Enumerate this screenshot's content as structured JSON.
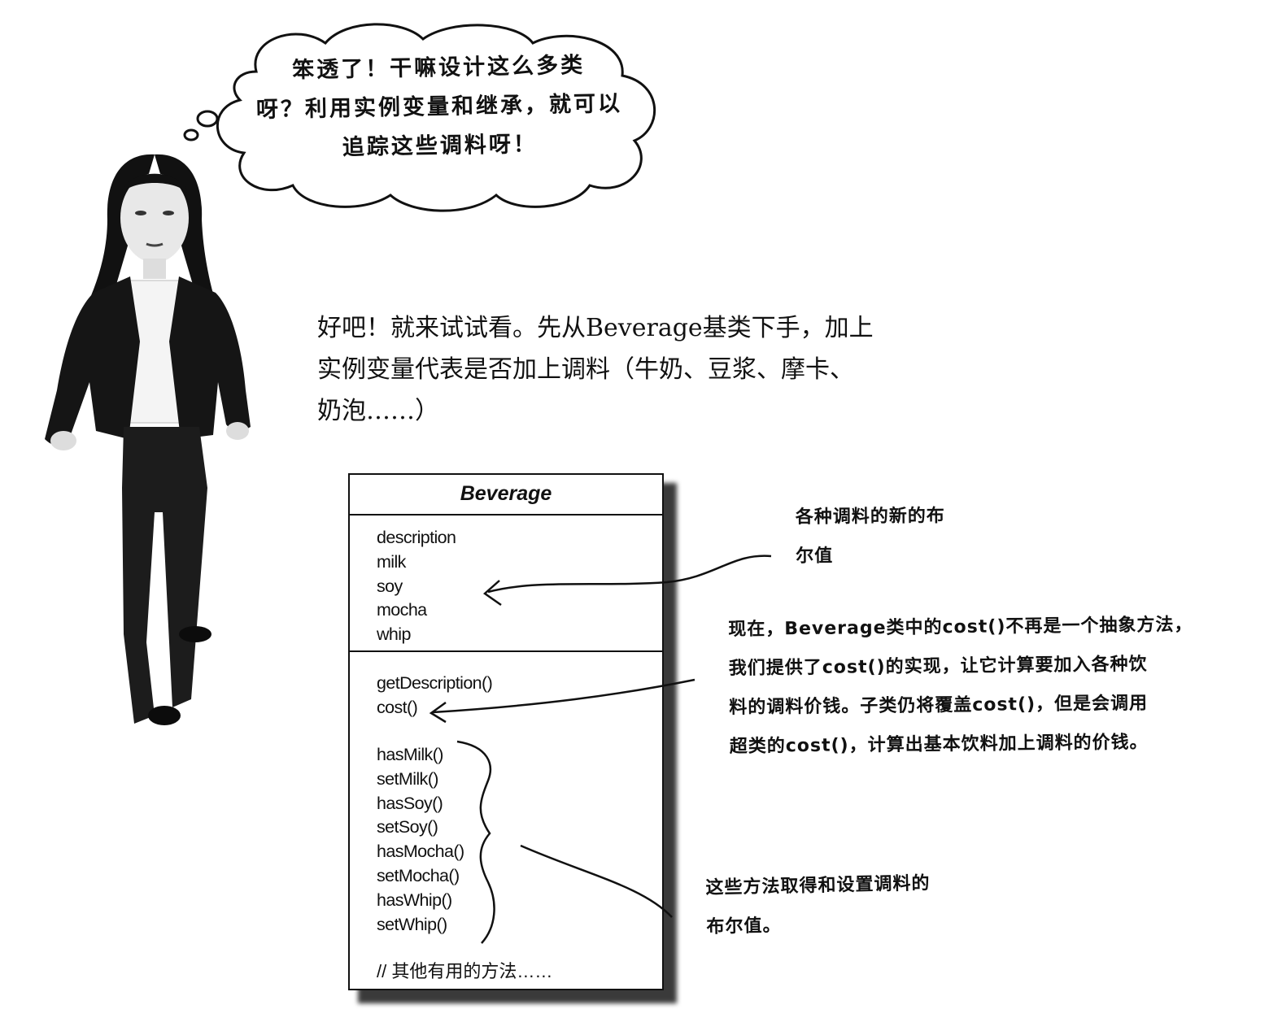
{
  "thought_bubble": {
    "lines": [
      "笨透了！干嘛设计这么多类",
      "呀？利用实例变量和继承，就可以",
      "追踪这些调料呀！"
    ]
  },
  "intro": {
    "lines": [
      "好吧！就来试试看。先从Beverage基类下手，加上",
      "实例变量代表是否加上调料（牛奶、豆浆、摩卡、",
      "奶泡……）"
    ]
  },
  "uml": {
    "class_name": "Beverage",
    "fields": [
      "description",
      "milk",
      "soy",
      "mocha",
      "whip"
    ],
    "methods": [
      "getDescription()",
      "cost()"
    ],
    "accessors": [
      "hasMilk()",
      "setMilk()",
      "hasSoy()",
      "setSoy()",
      "hasMocha()",
      "setMocha()",
      "hasWhip()",
      "setWhip()"
    ],
    "comment": "// 其他有用的方法……"
  },
  "annotations": {
    "booleans": [
      "各种调料的新的布",
      "尔值"
    ],
    "cost": [
      "现在，Beverage类中的cost()不再是一个抽象方法，",
      "我们提供了cost()的实现，让它计算要加入各种饮",
      "料的调料价钱。子类仍将覆盖cost()，但是会调用",
      "超类的cost()，计算出基本饮料加上调料的价钱。"
    ],
    "accessors": [
      "这些方法取得和设置调料的",
      "布尔值。"
    ]
  }
}
